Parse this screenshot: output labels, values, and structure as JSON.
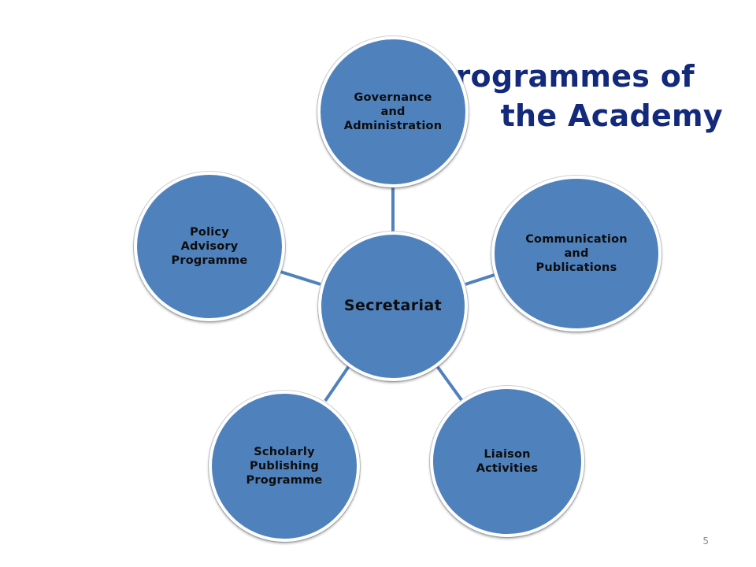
{
  "slide": {
    "title_line1": "Programmes of",
    "title_line2": "the Academy",
    "page_number": "5"
  },
  "diagram": {
    "center": "Secretariat",
    "nodes": [
      "Governance\nand\nAdministration",
      "Communication\nand\nPublications",
      "Liaison\nActivities",
      "Scholarly\nPublishing\nProgramme",
      "Policy\nAdvisory\nProgramme"
    ]
  },
  "colors": {
    "node_fill": "#4f81bd",
    "title": "#13297b",
    "connector": "#4f81bd"
  }
}
